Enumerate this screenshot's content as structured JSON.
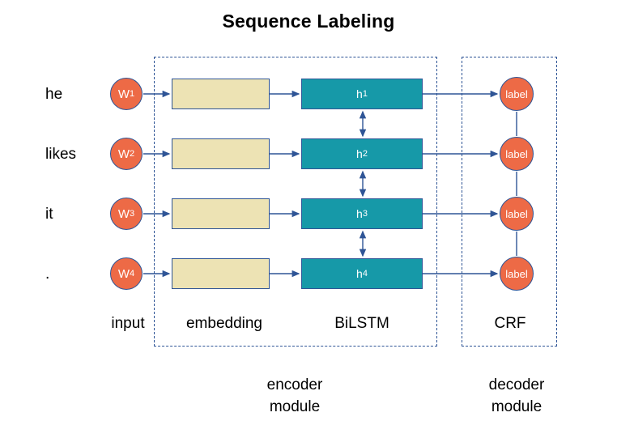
{
  "title": "Sequence Labeling",
  "colors": {
    "token_fill": "#ED6A46",
    "embedding_fill": "#EDE3B4",
    "hidden_fill": "#1699A8",
    "label_fill": "#ED6A46",
    "stroke": "#2F5596",
    "background": "#FFFFFF"
  },
  "rows": [
    {
      "word": "he",
      "token": "W",
      "token_index": "1",
      "hidden": "h",
      "hidden_index": "1",
      "label": "label"
    },
    {
      "word": "likes",
      "token": "W",
      "token_index": "2",
      "hidden": "h",
      "hidden_index": "2",
      "label": "label"
    },
    {
      "word": "it",
      "token": "W",
      "token_index": "3",
      "hidden": "h",
      "hidden_index": "3",
      "label": "label"
    },
    {
      "word": ".",
      "token": "W",
      "token_index": "4",
      "hidden": "h",
      "hidden_index": "4",
      "label": "label"
    }
  ],
  "stages": {
    "input": "input",
    "embedding": "embedding",
    "bilstm": "BiLSTM",
    "crf": "CRF"
  },
  "modules": {
    "encoder": "encoder\nmodule",
    "encoder_line1": "encoder",
    "encoder_line2": "module",
    "decoder": "decoder\nmodule",
    "decoder_line1": "decoder",
    "decoder_line2": "module"
  }
}
